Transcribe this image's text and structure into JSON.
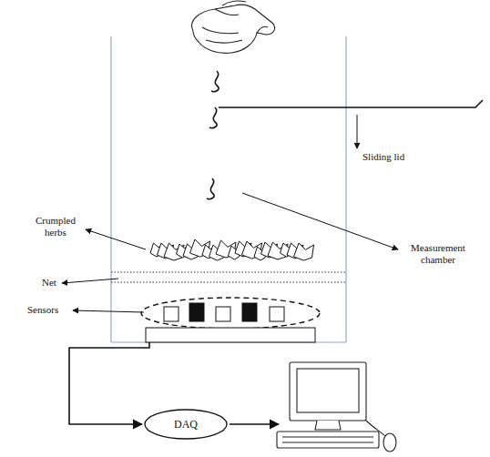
{
  "diagram": {
    "nodes": [
      {
        "text": [
          "DAQ"
        ]
      }
    ],
    "labels": [
      "Sliding lid",
      "Crumpled herbs",
      "Measurement chamber",
      "Net",
      "Sensors"
    ]
  }
}
